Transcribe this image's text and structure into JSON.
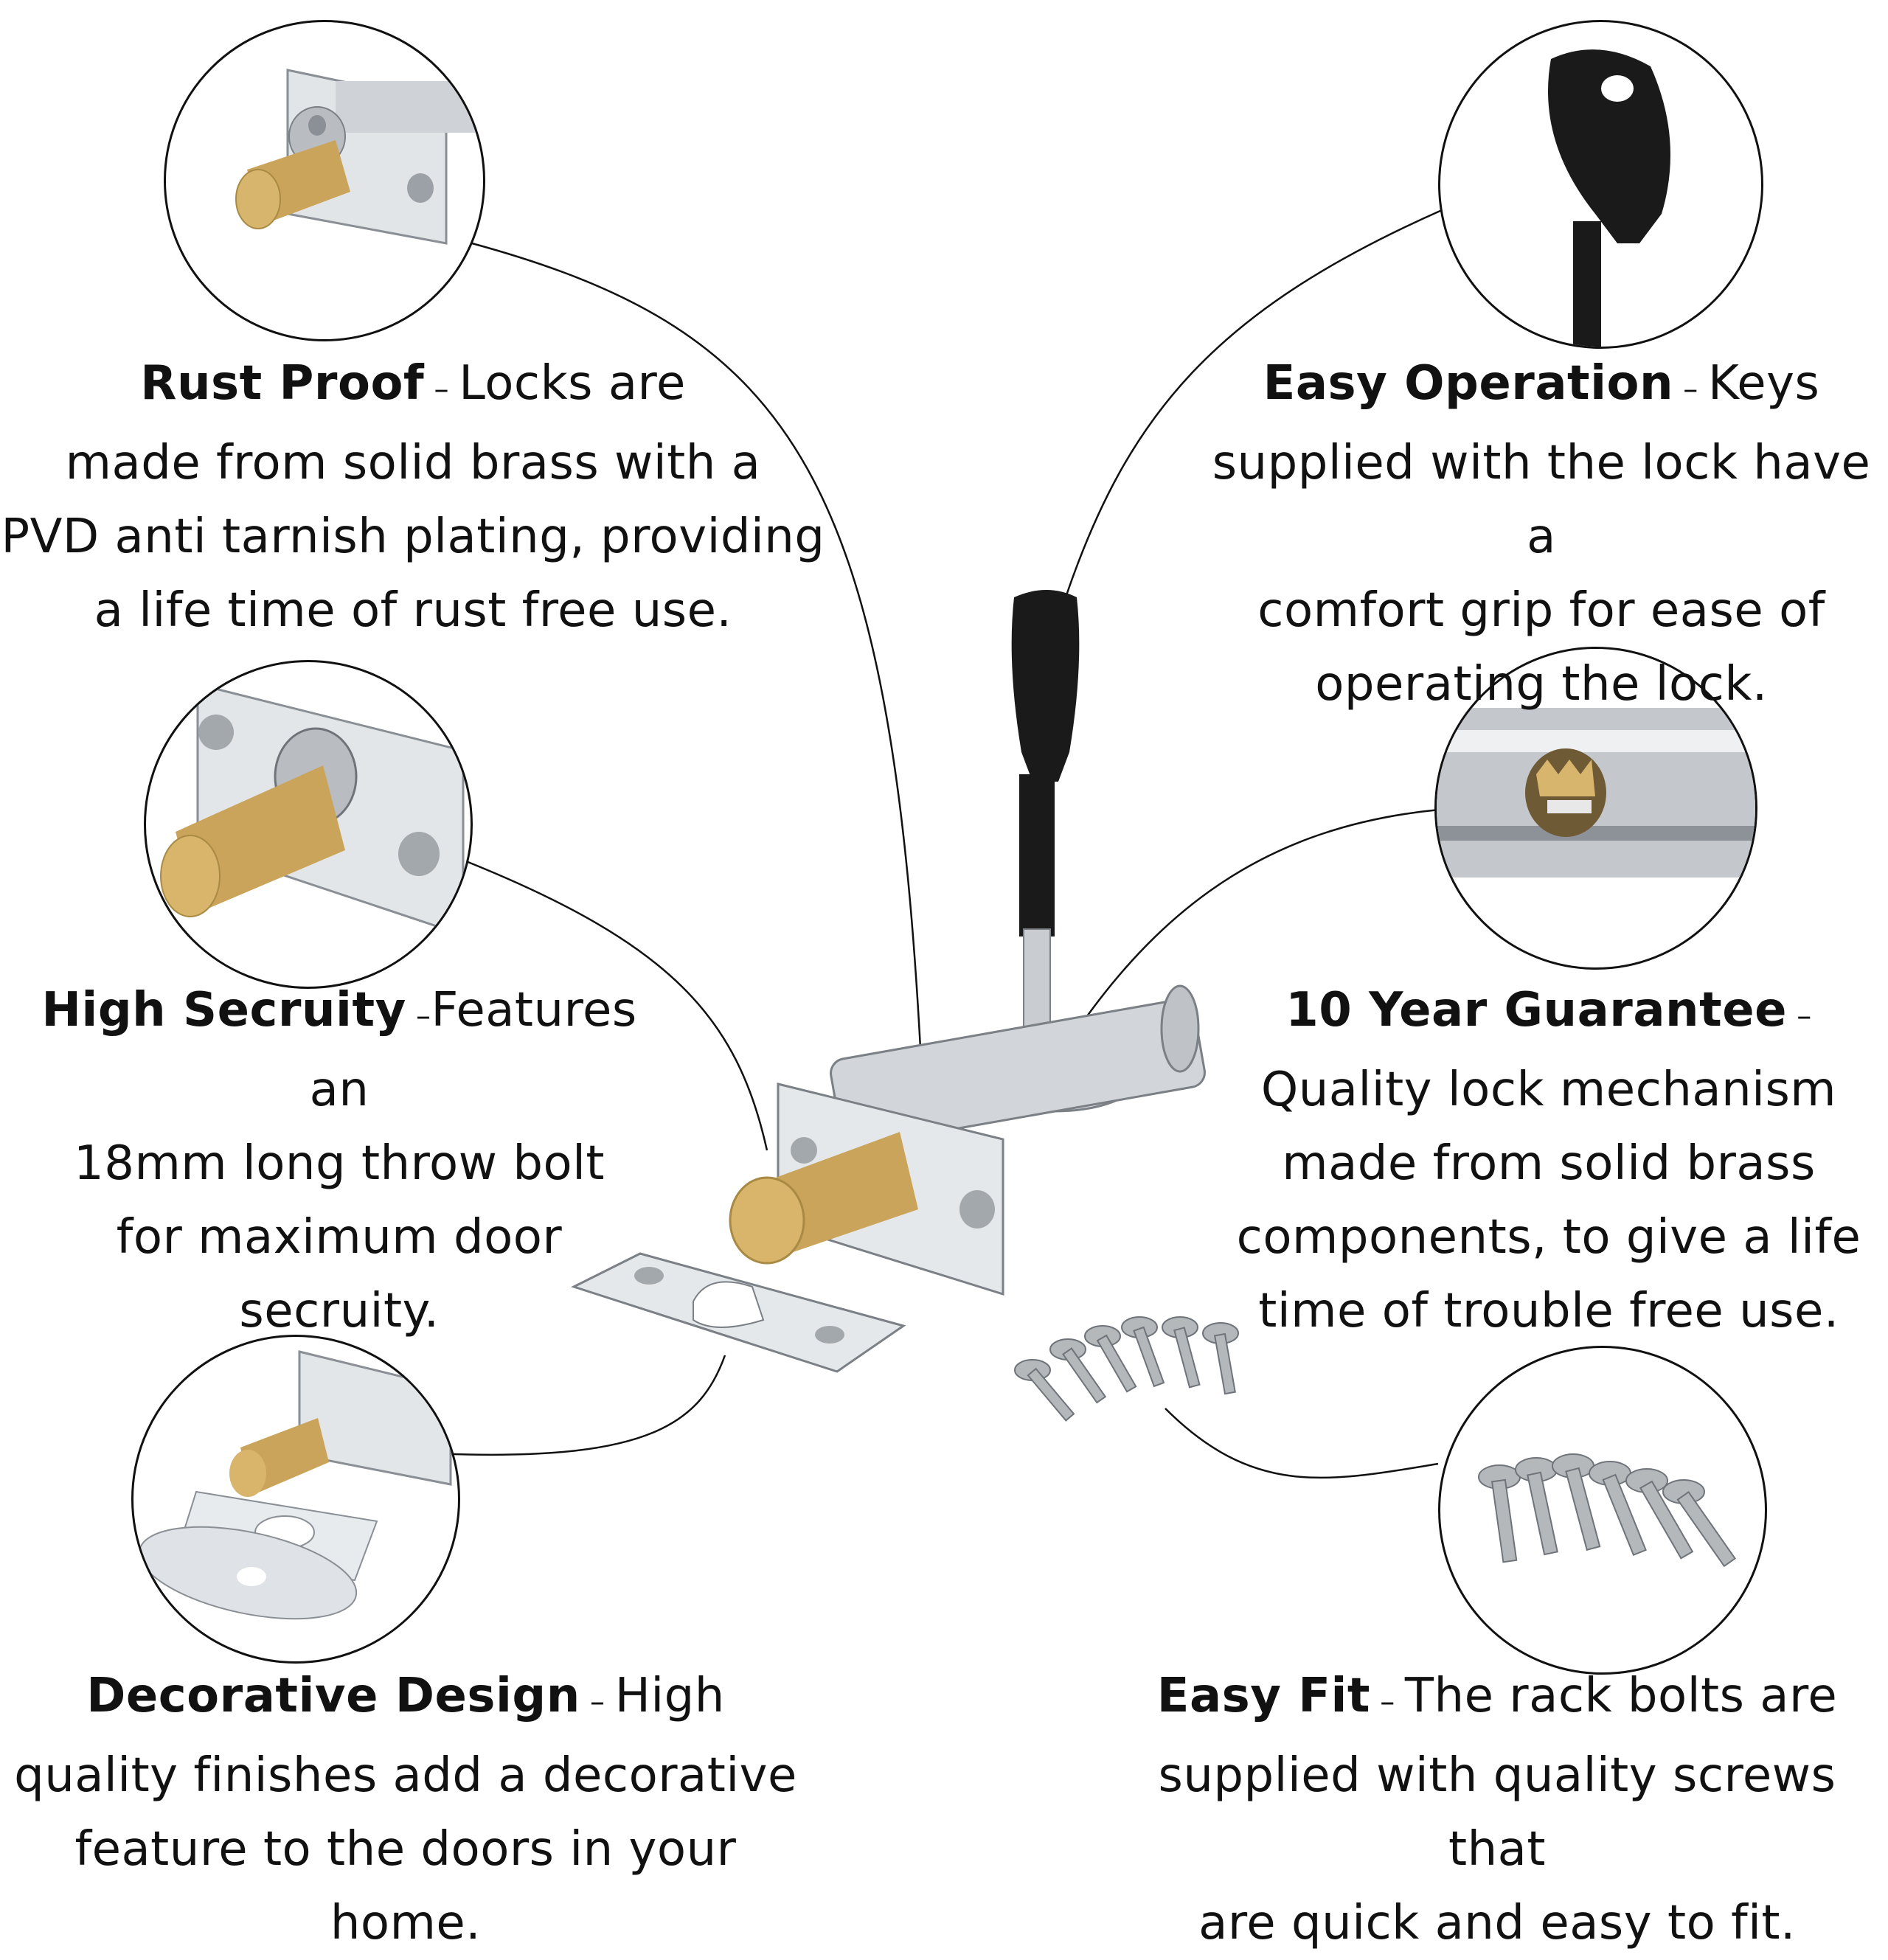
{
  "features": {
    "rust_proof": {
      "title": "Rust Proof",
      "dash": " – ",
      "lines": [
        "Locks are",
        "made from solid brass with a",
        "PVD anti tarnish plating, providing",
        "a life time of rust free use."
      ]
    },
    "easy_operation": {
      "title": "Easy Operation",
      "dash": " – ",
      "lines": [
        "Keys",
        "supplied with the lock have a",
        "comfort grip for ease of",
        "operating the lock."
      ]
    },
    "high_security": {
      "title": "High Secruity",
      "dash": " –",
      "lines": [
        "Features an",
        "18mm long throw bolt",
        "for maximum door",
        "secruity."
      ]
    },
    "guarantee": {
      "title": "10 Year Guarantee",
      "dash": " –",
      "lines": [
        "",
        "Quality lock mechanism",
        "made from solid brass",
        "components, to give a life",
        "time of trouble free use."
      ]
    },
    "decorative": {
      "title": "Decorative Design",
      "dash": " – ",
      "lines": [
        "High",
        "quality finishes add a decorative",
        "feature to the doors in your home."
      ]
    },
    "easy_fit": {
      "title": "Easy Fit",
      "dash": " – ",
      "lines": [
        "The rack bolts are",
        "supplied with quality screws that",
        "are quick and easy to fit."
      ]
    }
  },
  "colors": {
    "brass": "#c9a45a",
    "chrome": "#d9dce0",
    "key_black": "#1a1a1a",
    "outline": "#111111"
  }
}
